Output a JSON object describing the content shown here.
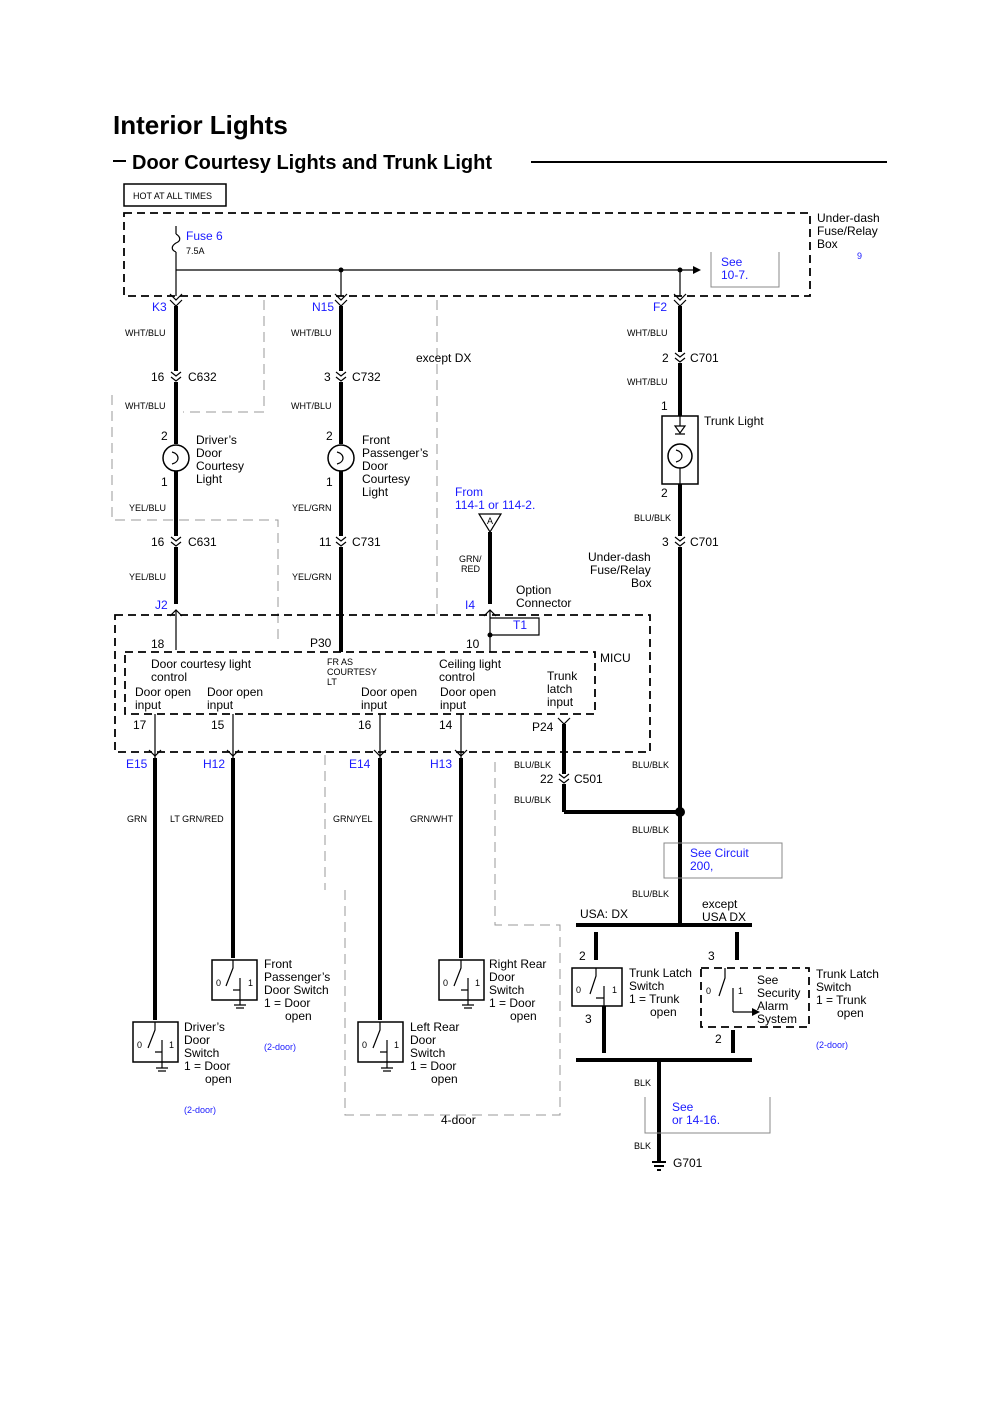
{
  "title": "Interior Lights",
  "subtitle": "Door Courtesy Lights and Trunk Light",
  "power_label": "HOT AT ALL TIMES",
  "fuse_box": {
    "label_1": "Under-dash",
    "label_2": "Fuse/Relay",
    "label_3": "Box",
    "ref": "9"
  },
  "fuse": {
    "name": "Fuse 6",
    "rating": "7.5A"
  },
  "see_10_7": {
    "line_1": "See",
    "line_2": "10-7."
  },
  "terminals": {
    "k3": "K3",
    "n15": "N15",
    "f2": "F2",
    "j2": "J2",
    "i4": "I4",
    "t1": "T1",
    "e15": "E15",
    "h12": "H12",
    "e14": "E14",
    "h13": "H13"
  },
  "wires": {
    "wht_blu": "WHT/BLU",
    "yel_blu": "YEL/BLU",
    "yel_grn": "YEL/GRN",
    "grn_red_1": "GRN/",
    "grn_red_2": "RED",
    "blu_blk": "BLU/BLK",
    "grn": "GRN",
    "lt_grn_red": "LT GRN/RED",
    "grn_yel": "GRN/YEL",
    "grn_wht": "GRN/WHT",
    "blk": "BLK"
  },
  "connectors": {
    "c632": "C632",
    "c732": "C732",
    "c701": "C701",
    "c631": "C631",
    "c731": "C731",
    "c501": "C501"
  },
  "pins": {
    "p16": "16",
    "p3": "3",
    "p2": "2",
    "p1": "1",
    "p11": "11",
    "p18": "18",
    "p10": "10",
    "p17": "17",
    "p15": "15",
    "p14": "14",
    "p22": "22",
    "p30": "P30",
    "p24": "P24"
  },
  "except_dx": "except DX",
  "driver_light": {
    "l1": "Driver’s",
    "l2": "Door",
    "l3": "Courtesy",
    "l4": "Light"
  },
  "pass_light": {
    "l1": "Front",
    "l2": "Passenger’s",
    "l3": "Door",
    "l4": "Courtesy",
    "l5": "Light"
  },
  "trunk_light": "Trunk Light",
  "from_ref": {
    "l1": "From",
    "l2": "114-1 or 114-2.",
    "tag": "A"
  },
  "option_connector": {
    "l1": "Option",
    "l2": "Connector"
  },
  "fuse_box_2": {
    "l1": "Under-dash",
    "l2": "Fuse/Relay",
    "l3": "Box"
  },
  "micu": {
    "name": "MICU",
    "door_ctrl_1": "Door courtesy light",
    "door_ctrl_2": "control",
    "fr_as_1": "FR AS",
    "fr_as_2": "COURTESY",
    "fr_as_3": "LT",
    "ceiling_1": "Ceiling light",
    "ceiling_2": "control",
    "door_open": "Door open",
    "input": "input",
    "trunk_1": "Trunk",
    "trunk_2": "latch",
    "trunk_3": "input"
  },
  "see_circuit": {
    "l1": "See Circuit",
    "l2": "200,"
  },
  "usa_dx": "USA: DX",
  "except_usa_dx": {
    "l1": "except",
    "l2": "USA DX"
  },
  "driver_switch": {
    "l1": "Driver’s",
    "l2": "Door",
    "l3": "Switch",
    "l4": "1 = Door",
    "l5": "open"
  },
  "pass_switch": {
    "l1": "Front",
    "l2": "Passenger’s",
    "l3": "Door Switch",
    "l4": "1 = Door",
    "l5": "open"
  },
  "lr_switch": {
    "l1": "Left Rear",
    "l2": "Door",
    "l3": "Switch",
    "l4": "1 = Door",
    "l5": "open"
  },
  "rr_switch": {
    "l1": "Right Rear",
    "l2": "Door",
    "l3": "Switch",
    "l4": "1 = Door",
    "l5": "open"
  },
  "trunk_latch_1": {
    "l1": "Trunk Latch",
    "l2": "Switch",
    "l3": "1 = Trunk",
    "l4": "open"
  },
  "security": {
    "l1": "See",
    "l2": "Security",
    "l3": "Alarm",
    "l4": "System"
  },
  "trunk_latch_2": {
    "l1": "Trunk Latch",
    "l2": "Switch",
    "l3": "1 = Trunk",
    "l4": "open"
  },
  "two_door": "(2-door)",
  "four_door": "4-door",
  "see_14_16": {
    "l1": "See",
    "l2": "or 14-16."
  },
  "ground": "G701",
  "switch_pos": {
    "zero": "0",
    "one": "1"
  }
}
